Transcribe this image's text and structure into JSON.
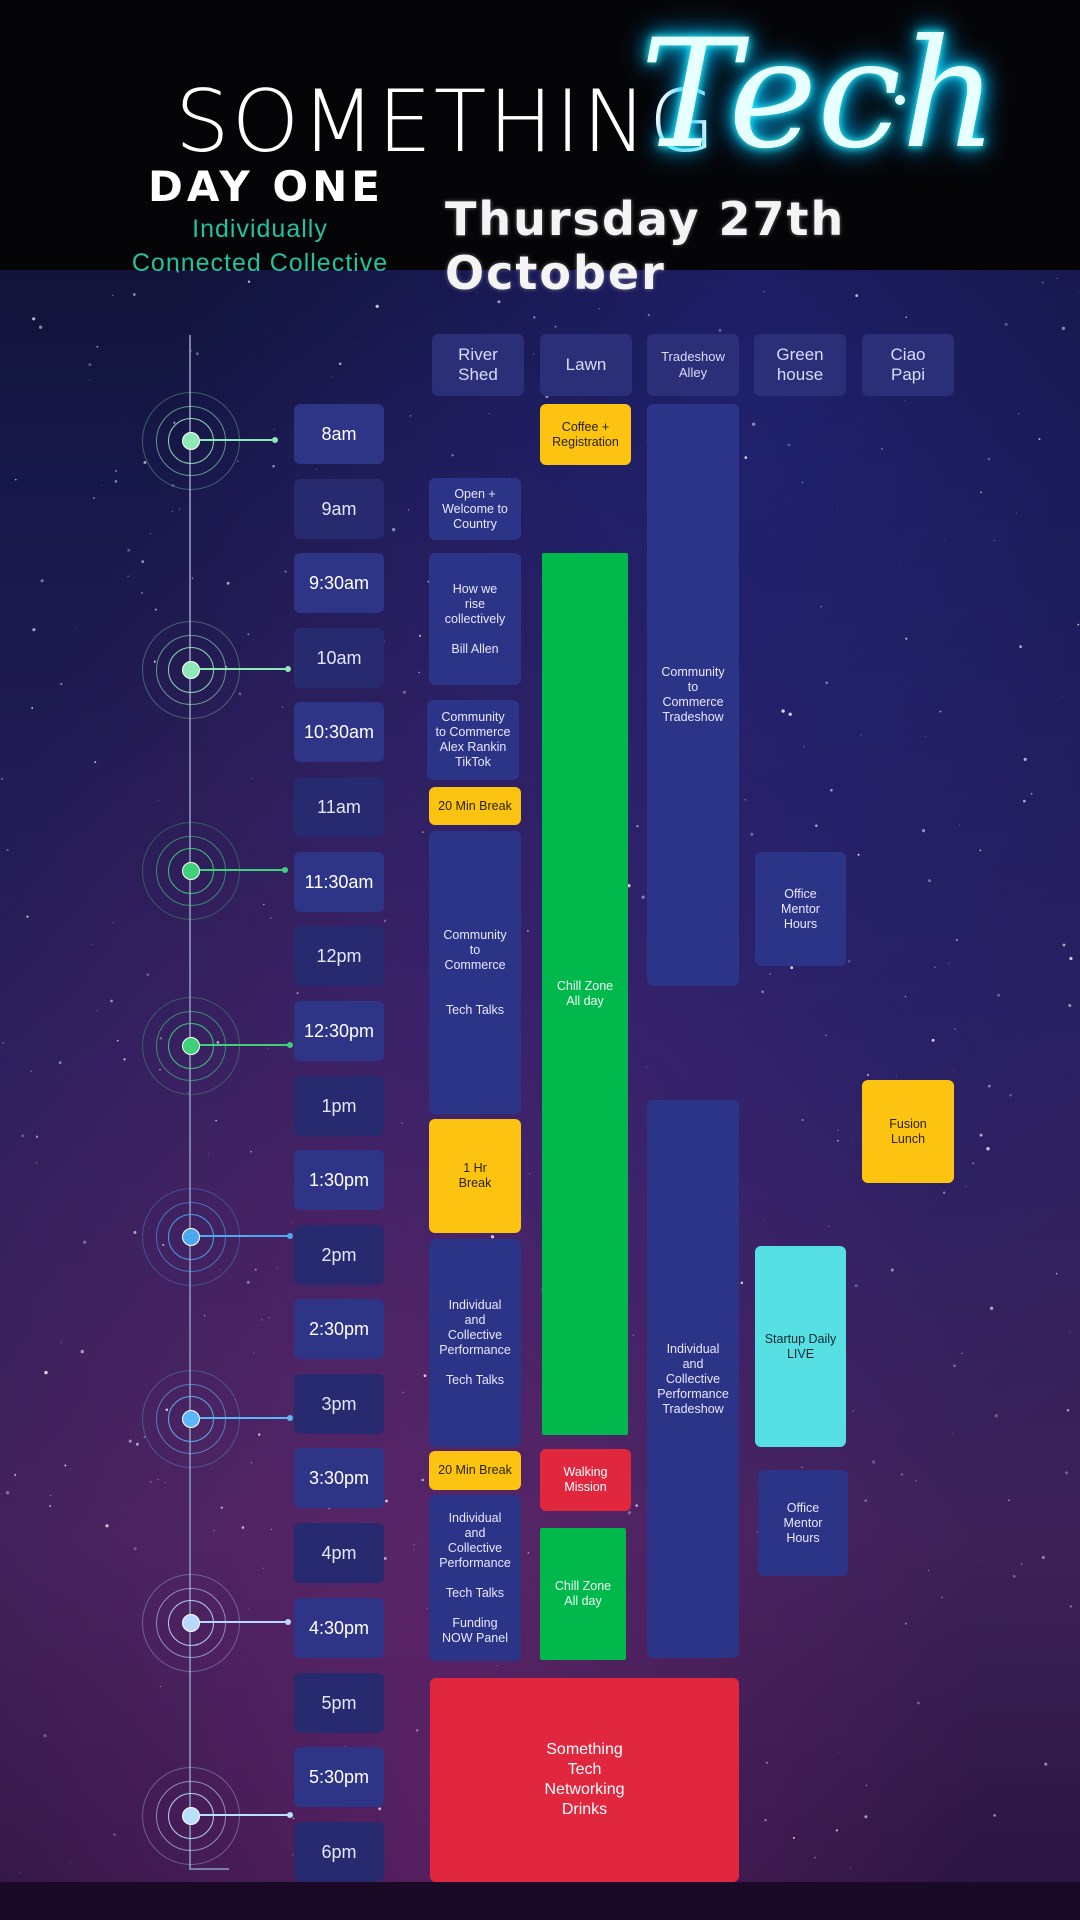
{
  "header": {
    "brand_word": "SOMETHING",
    "brand_script": "Tech",
    "day_label": "DAY ONE",
    "tagline_line1": "Individually",
    "tagline_line2": "Connected Collective",
    "date": "Thursday 27th October"
  },
  "venues": {
    "river_shed": "River\nShed",
    "lawn": "Lawn",
    "tradeshow_alley": "Tradeshow\nAlley",
    "greenhouse": "Green\nhouse",
    "ciao_papi": "Ciao\nPapi"
  },
  "times": [
    "8am",
    "9am",
    "9:30am",
    "10am",
    "10:30am",
    "11am",
    "11:30am",
    "12pm",
    "12:30pm",
    "1pm",
    "1:30pm",
    "2pm",
    "2:30pm",
    "3pm",
    "3:30pm",
    "4pm",
    "4:30pm",
    "5pm",
    "5:30pm",
    "6pm"
  ],
  "events": {
    "coffee": "Coffee +\nRegistration",
    "open": "Open +\nWelcome to\nCountry",
    "rise": "How we\nrise\ncollectively\n\nBill Allen",
    "c2c_alex": "Community\nto Commerce\nAlex Rankin\nTikTok",
    "break_20_am": "20 Min Break",
    "c2c_talks": "Community\nto\nCommerce\n\n\nTech Talks",
    "break_1hr": "1 Hr\nBreak",
    "icp_talks": "Individual\nand\nCollective\nPerformance\n\nTech Talks",
    "break_20_pm": "20 Min Break",
    "icp_funding": "Individual\nand\nCollective\nPerformance\n\nTech Talks\n\nFunding\nNOW Panel",
    "chill_1": "Chill Zone\nAll day",
    "walking": "Walking\nMission",
    "chill_2": "Chill Zone\nAll day",
    "c2c_tradeshow": "Community\nto\nCommerce\nTradeshow",
    "icp_tradeshow": "Individual\nand\nCollective\nPerformance\nTradeshow",
    "office_1": "Office\nMentor\nHours",
    "startup": "Startup Daily\nLIVE",
    "office_2": "Office\nMentor\nHours",
    "fusion": "Fusion\nLunch",
    "networking": "Something\nTech\nNetworking\nDrinks"
  },
  "colors": {
    "time_slot": "#2e3586",
    "session": "#2c3487",
    "break": "#fcc410",
    "chill": "#01b84d",
    "highlight": "#e0273d",
    "live": "#57e0e4",
    "accent_neon": "#33ffff",
    "tagline": "#22c1a0"
  }
}
